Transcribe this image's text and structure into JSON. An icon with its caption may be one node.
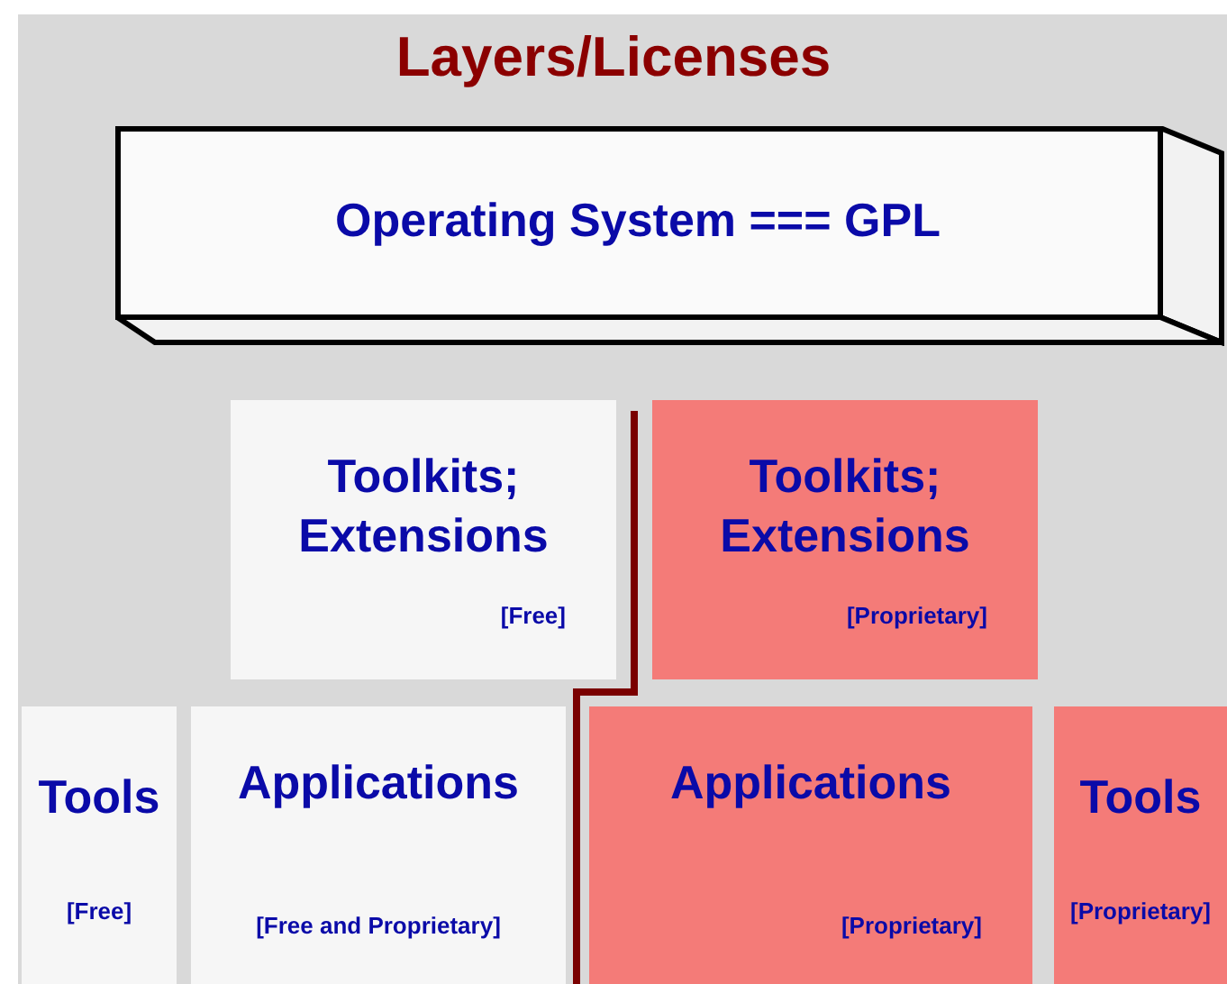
{
  "diagram": {
    "title": "Layers/Licenses",
    "nodes": [
      {
        "text": [
          "Operating System === GPL"
        ]
      },
      {
        "text": [
          "Toolkits; Extensions",
          "[Free]"
        ]
      },
      {
        "text": [
          "Toolkits; Extensions",
          "[Proprietary]"
        ]
      },
      {
        "text": [
          "Tools",
          "[Free]"
        ]
      },
      {
        "text": [
          "Applications",
          "[Free and Proprietary]"
        ]
      },
      {
        "text": [
          "Applications",
          "[Proprietary]"
        ]
      },
      {
        "text": [
          "Tools",
          "[Proprietary]"
        ]
      }
    ]
  }
}
